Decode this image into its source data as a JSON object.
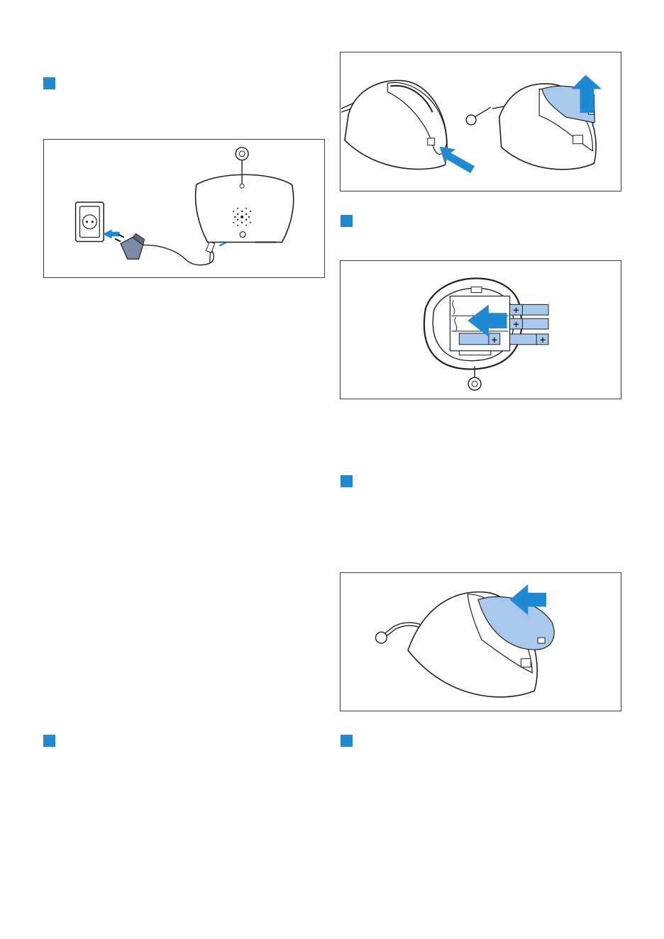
{
  "page": {
    "background": "#ffffff"
  },
  "colors": {
    "accent": "#1e8ad3",
    "light_blue": "#a9c9ec",
    "line": "#1f1f1f",
    "frame": "#3c3c3c"
  },
  "step_markers": [
    {
      "id": "left-1",
      "icon": "blue-square-bullet"
    },
    {
      "id": "right-1",
      "icon": "blue-square-bullet"
    },
    {
      "id": "right-2",
      "icon": "blue-square-bullet"
    },
    {
      "id": "left-2",
      "icon": "blue-square-bullet"
    },
    {
      "id": "right-3",
      "icon": "blue-square-bullet"
    }
  ],
  "figures": [
    {
      "id": "power-adapter",
      "icons": [
        "wall-socket-icon",
        "power-adapter-icon",
        "cable-icon",
        "baby-unit-back-icon",
        "blue-arrow-icon"
      ]
    },
    {
      "id": "open-battery-cover",
      "icons": [
        "device-side-icon",
        "device-cover-open-icon",
        "blue-arrow-icon"
      ]
    },
    {
      "id": "insert-batteries",
      "icons": [
        "battery-compartment-icon",
        "battery-icon",
        "blue-arrow-icon"
      ]
    },
    {
      "id": "close-battery-cover",
      "icons": [
        "device-cover-close-icon",
        "blue-arrow-icon"
      ]
    }
  ],
  "battery_symbols": [
    "+",
    "+",
    "+",
    "+"
  ]
}
